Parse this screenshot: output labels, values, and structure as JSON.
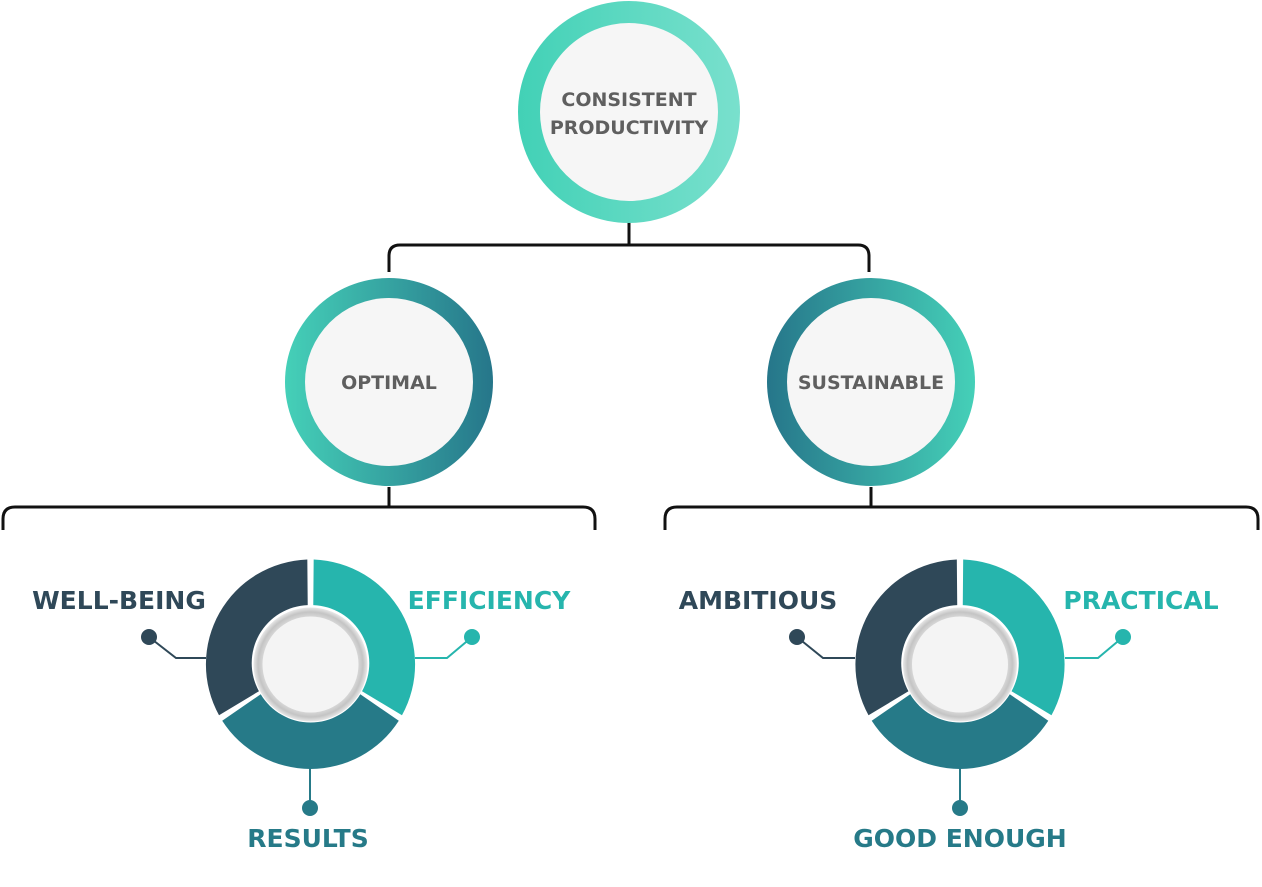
{
  "root": {
    "line1": "CONSISTENT",
    "line2": "PRODUCTIVITY"
  },
  "left_branch": {
    "label": "OPTIMAL",
    "segments": {
      "top_left": "WELL-BEING",
      "top_right": "EFFICIENCY",
      "bottom": "RESULTS"
    }
  },
  "right_branch": {
    "label": "SUSTAINABLE",
    "segments": {
      "top_left": "AMBITIOUS",
      "top_right": "PRACTICAL",
      "bottom": "GOOD ENOUGH"
    }
  },
  "colors": {
    "dark": "#2f4858",
    "teal": "#26b5ad",
    "blue_teal": "#267a88",
    "mint": "#4dd6bc",
    "node_fill": "#f6f6f6",
    "text_gray": "#5f5f5f"
  }
}
